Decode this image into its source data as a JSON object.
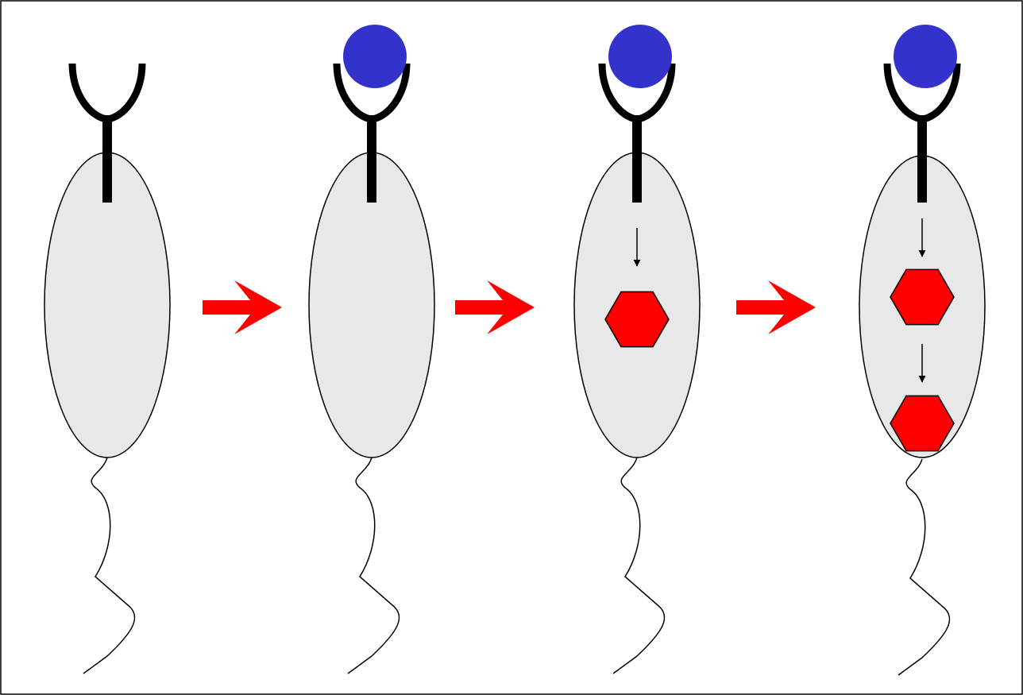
{
  "colors": {
    "background": "#ffffff",
    "frame": "#000000",
    "cell_fill": "#e8e8e8",
    "cell_stroke": "#000000",
    "receptor": "#000000",
    "ligand": "#3333cc",
    "messenger": "#ff0000",
    "transition_arrow": "#ff0000",
    "signal_arrow": "#000000",
    "flagellum": "#000000"
  },
  "stages": [
    {
      "stage": 1,
      "ligand_bound": false,
      "messenger_count": 0
    },
    {
      "stage": 2,
      "ligand_bound": true,
      "messenger_count": 0
    },
    {
      "stage": 3,
      "ligand_bound": true,
      "messenger_count": 1
    },
    {
      "stage": 4,
      "ligand_bound": true,
      "messenger_count": 2
    }
  ],
  "transitions": [
    {
      "from": 1,
      "to": 2
    },
    {
      "from": 2,
      "to": 3
    },
    {
      "from": 3,
      "to": 4
    }
  ],
  "icons": {
    "receptor": "y-shaped-receptor-icon",
    "ligand": "circle-ligand-icon",
    "messenger": "hexagon-messenger-icon",
    "transition": "right-arrow-icon",
    "signal": "down-arrow-icon"
  }
}
